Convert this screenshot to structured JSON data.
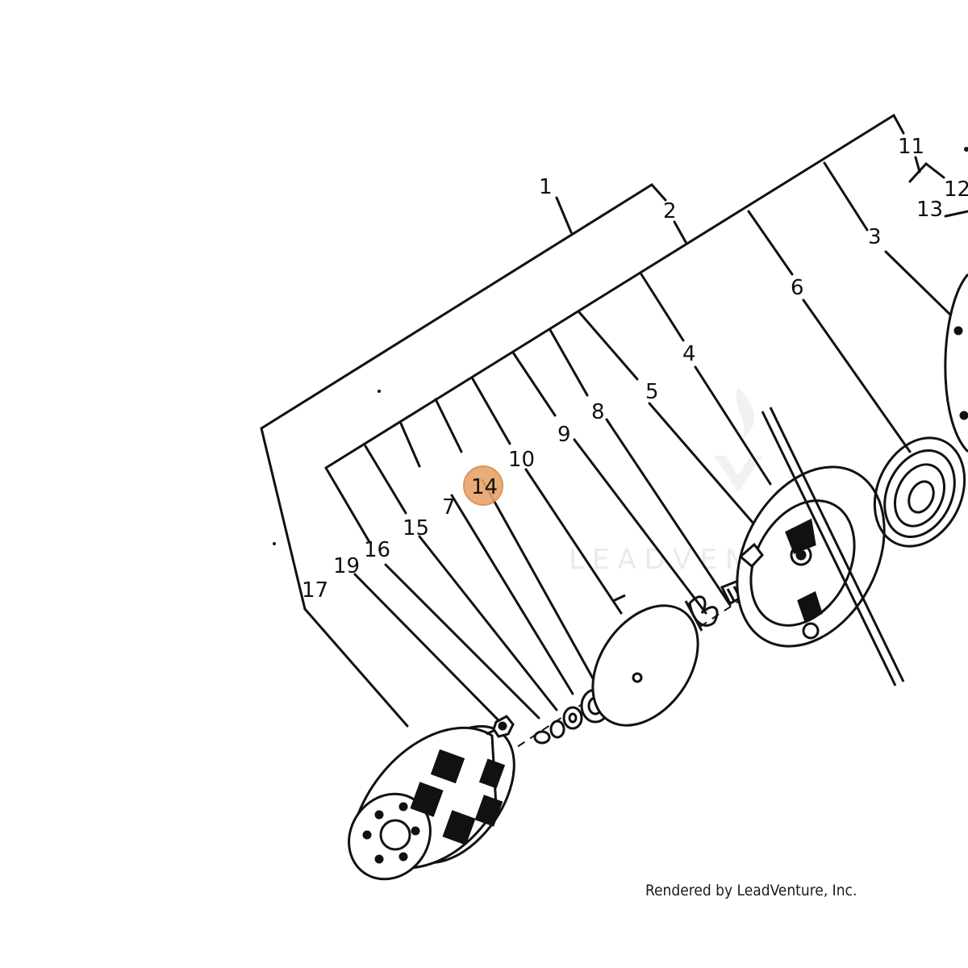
{
  "diagram": {
    "callouts": {
      "c1": "1",
      "c2": "2",
      "c3": "3",
      "c4": "4",
      "c5": "5",
      "c6": "6",
      "c7": "7",
      "c8": "8",
      "c9": "9",
      "c10": "10",
      "c11": "11",
      "c12": "12",
      "c13": "13",
      "c14": "14",
      "c15": "15",
      "c16": "16",
      "c17": "17",
      "c19": "19"
    },
    "highlighted_callout": "14",
    "highlight_color": "#e8a46a",
    "watermark_text": "LEADVENTURE"
  },
  "footer": {
    "credit": "Rendered by LeadVenture, Inc."
  }
}
